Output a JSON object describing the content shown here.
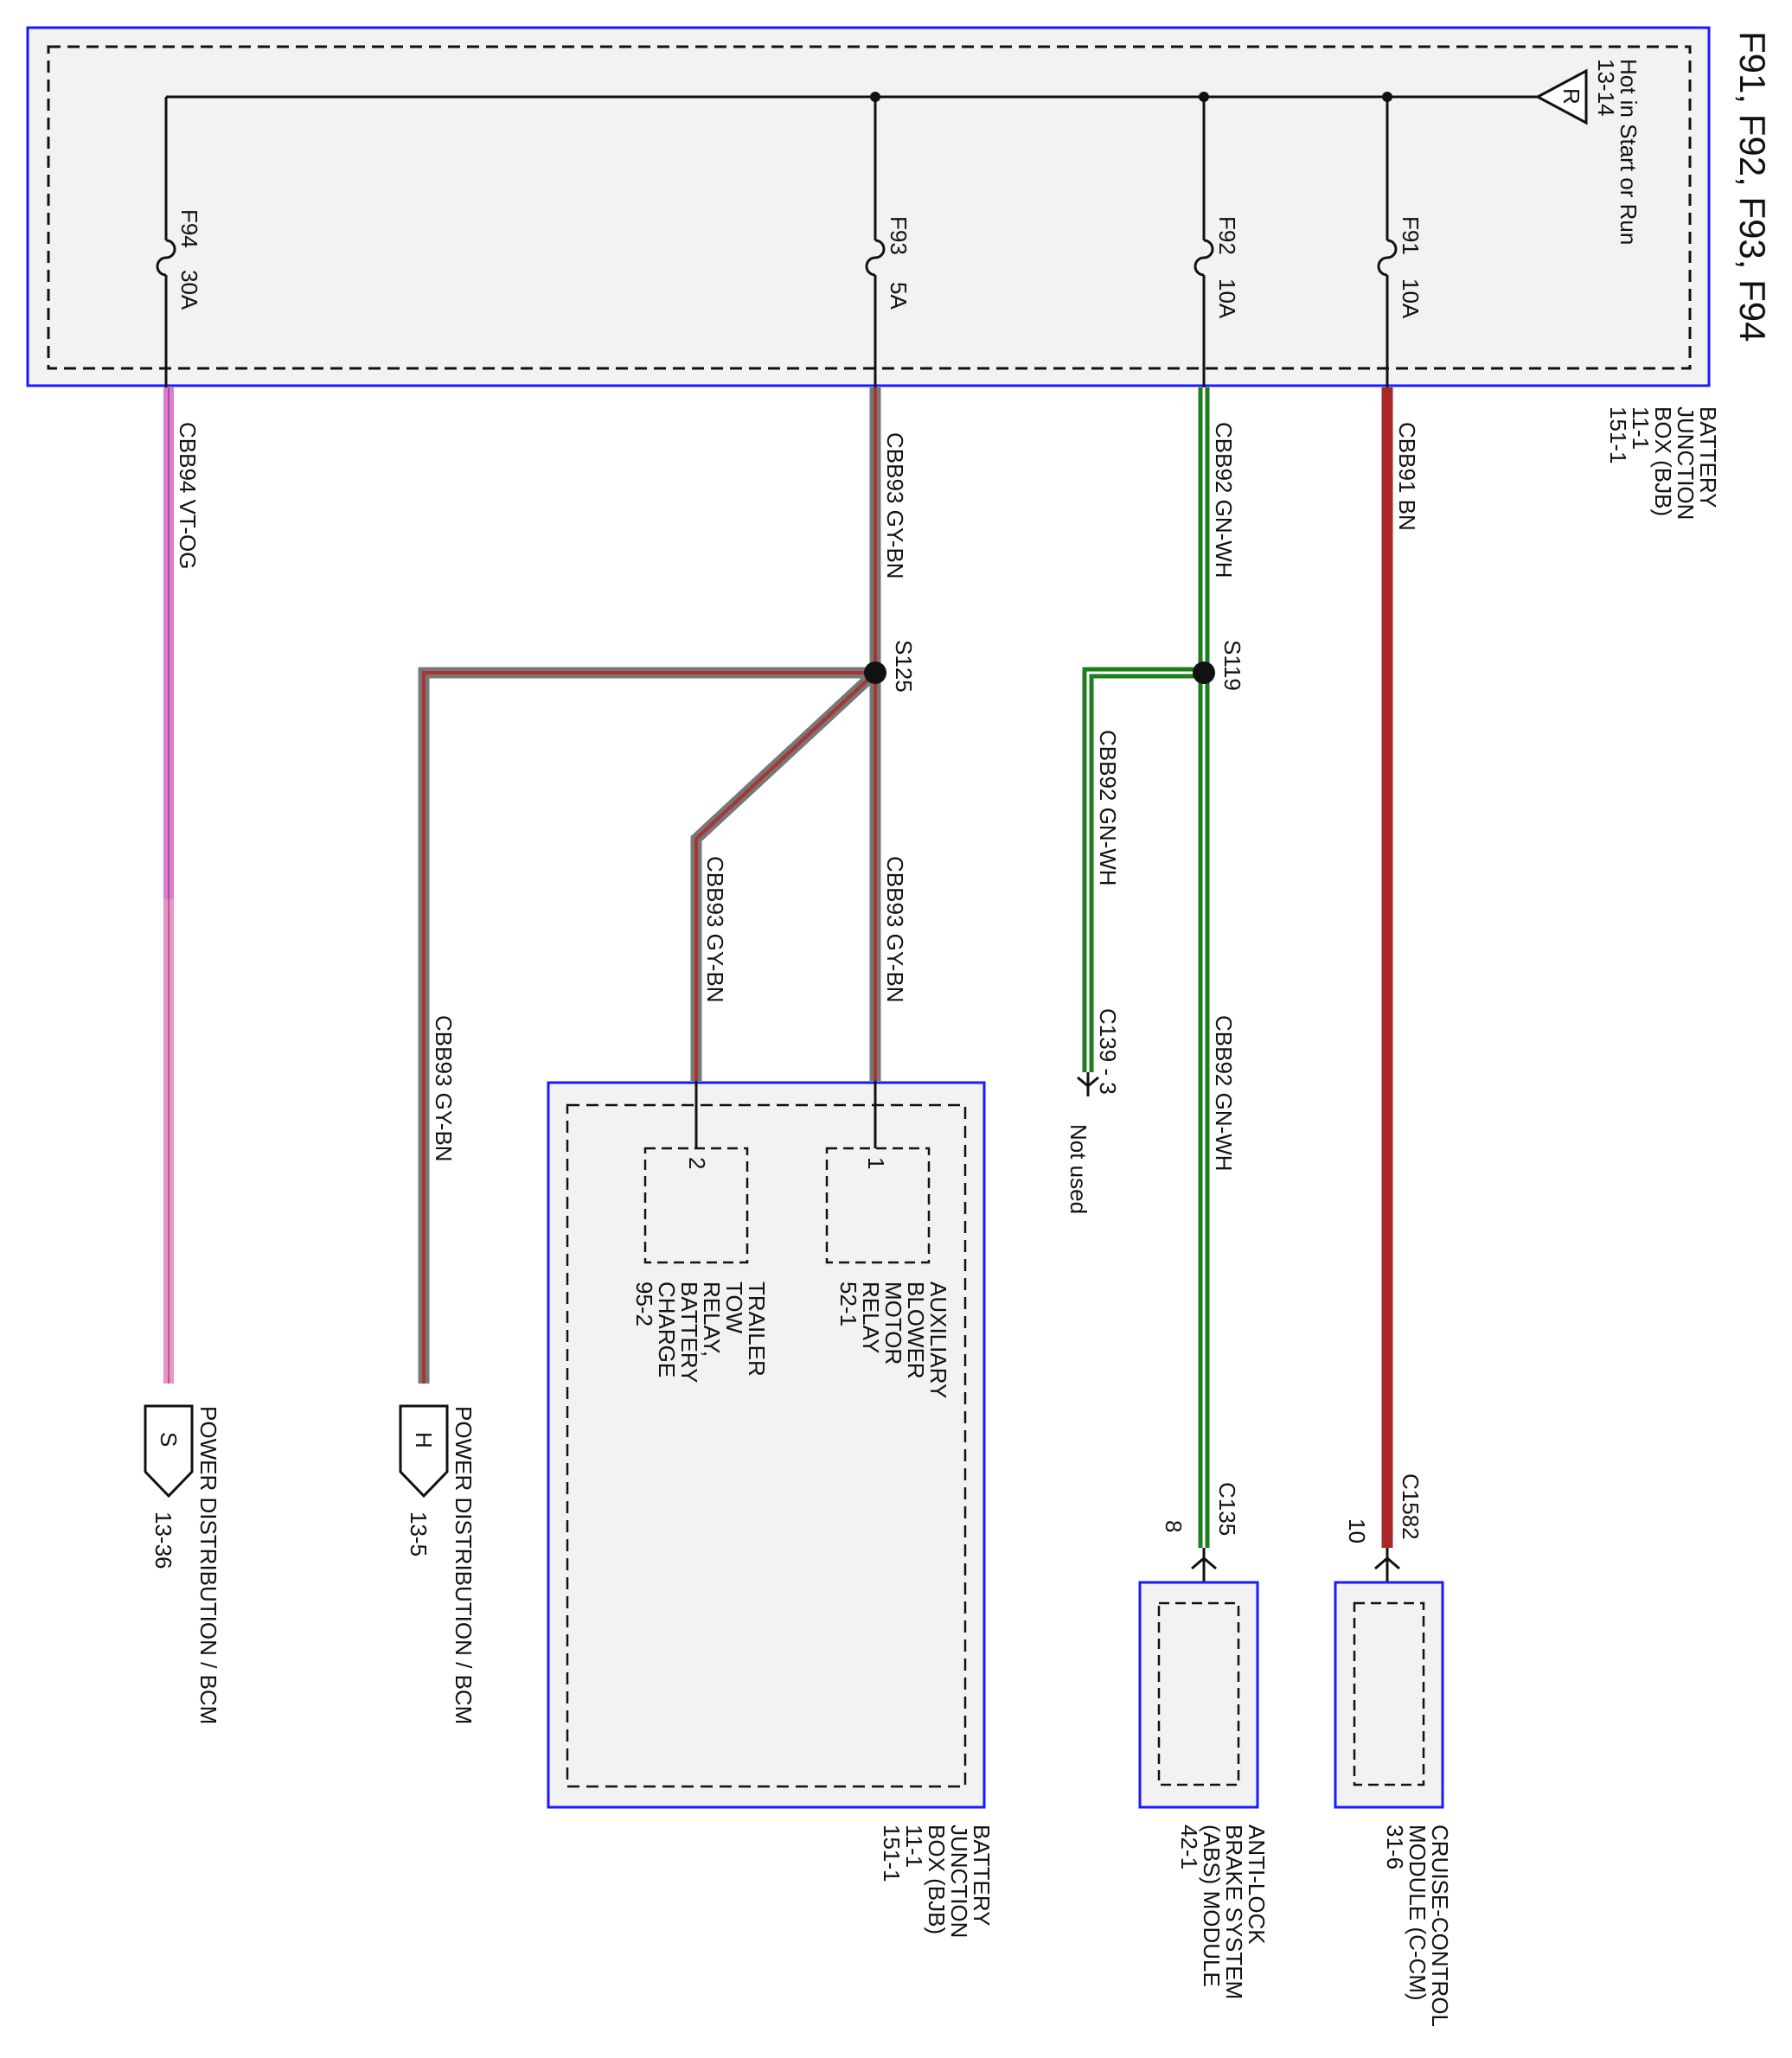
{
  "title": "F91, F92, F93, F94",
  "colors": {
    "box_border": "#1a1aff",
    "box_fill": "#f2f2f2",
    "wire_vt_og": "#e07ad0",
    "wire_vt_og_light": "#f090c8",
    "wire_gy_bn": "#777777",
    "wire_gy_bn_inner": "#a83434",
    "wire_gn_wh": "#1e7d1e",
    "wire_bn": "#a82828"
  },
  "power_source": {
    "letter": "R",
    "text": "Hot in Start or Run",
    "ref": "13-14"
  },
  "bjb_top": {
    "lines": [
      "BATTERY",
      "JUNCTION",
      "BOX (BJB)",
      "11-1",
      "151-1"
    ]
  },
  "fuses": [
    {
      "id": "F94",
      "rating": "30A",
      "name": "fuse-f94"
    },
    {
      "id": "F93",
      "rating": "5A",
      "name": "fuse-f93"
    },
    {
      "id": "F92",
      "rating": "10A",
      "name": "fuse-f92"
    },
    {
      "id": "F91",
      "rating": "10A",
      "name": "fuse-f91"
    }
  ],
  "wire_labels": {
    "cbb94": "CBB94  VT-OG",
    "cbb93_top": "CBB93  GY-BN",
    "cbb93_relay2": "CBB93  GY-BN",
    "cbb93_relay1": "CBB93  GY-BN",
    "cbb93_left": "CBB93  GY-BN",
    "cbb92_top": "CBB92  GN-WH",
    "cbb92_branch": "CBB92  GN-WH",
    "cbb92_bottom": "CBB92  GN-WH",
    "cbb91": "CBB91  BN"
  },
  "splices": {
    "s125": "S125",
    "s119": "S119"
  },
  "c139": {
    "label": "C139 - 3",
    "note": "Not used"
  },
  "c135": {
    "label": "C135",
    "pin": "8"
  },
  "c1582": {
    "label": "C1582",
    "pin": "10"
  },
  "relays": {
    "aux": {
      "pin": "1",
      "lines": [
        "AUXILIARY",
        "BLOWER",
        "MOTOR",
        "RELAY",
        "52-1"
      ]
    },
    "trailer": {
      "pin": "2",
      "lines": [
        "TRAILER",
        "TOW",
        "RELAY,",
        "BATTERY",
        "CHARGE",
        "95-2"
      ]
    }
  },
  "bjb_bottom": {
    "lines": [
      "BATTERY",
      "JUNCTION",
      "BOX (BJB)",
      "11-1",
      "151-1"
    ]
  },
  "abs": {
    "lines": [
      "ANTI-LOCK",
      "BRAKE SYSTEM",
      "(ABS) MODULE",
      "42-1"
    ]
  },
  "ccm": {
    "lines": [
      "CRUISE-CONTROL",
      "MODULE (C-CM)",
      "31-6"
    ]
  },
  "pd_s": {
    "letter": "S",
    "text": "POWER DISTRIBUTION / BCM",
    "ref": "13-36"
  },
  "pd_h": {
    "letter": "H",
    "text": "POWER DISTRIBUTION / BCM",
    "ref": "13-5"
  }
}
